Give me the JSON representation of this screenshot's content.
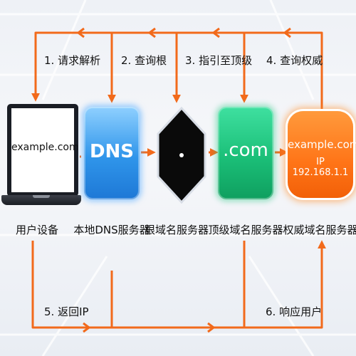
{
  "nodes": {
    "user_device": {
      "screen_text": "example.com",
      "label": "用户设备"
    },
    "local_dns": {
      "box_text": "DNS",
      "label": "本地DNS服务器"
    },
    "root_server": {
      "label": "根域名服务器"
    },
    "tld_server": {
      "box_text": ".com",
      "label": "顶级域名服务器"
    },
    "auth_server": {
      "box_line1": "example.com",
      "box_line2": "IP 192.168.1.1",
      "label": "权威域名服务器"
    }
  },
  "steps": {
    "s1": "1. 请求解析",
    "s2": "2. 查询根",
    "s3": "3. 指引至顶级",
    "s4": "4. 查询权威",
    "s5": "5. 返回IP",
    "s6": "6. 响应用户"
  },
  "colors": {
    "arrow": "#f26a1b",
    "dns": "#2f95ea",
    "tld": "#1bbf78",
    "auth": "#ff7417",
    "root": "#000000"
  }
}
